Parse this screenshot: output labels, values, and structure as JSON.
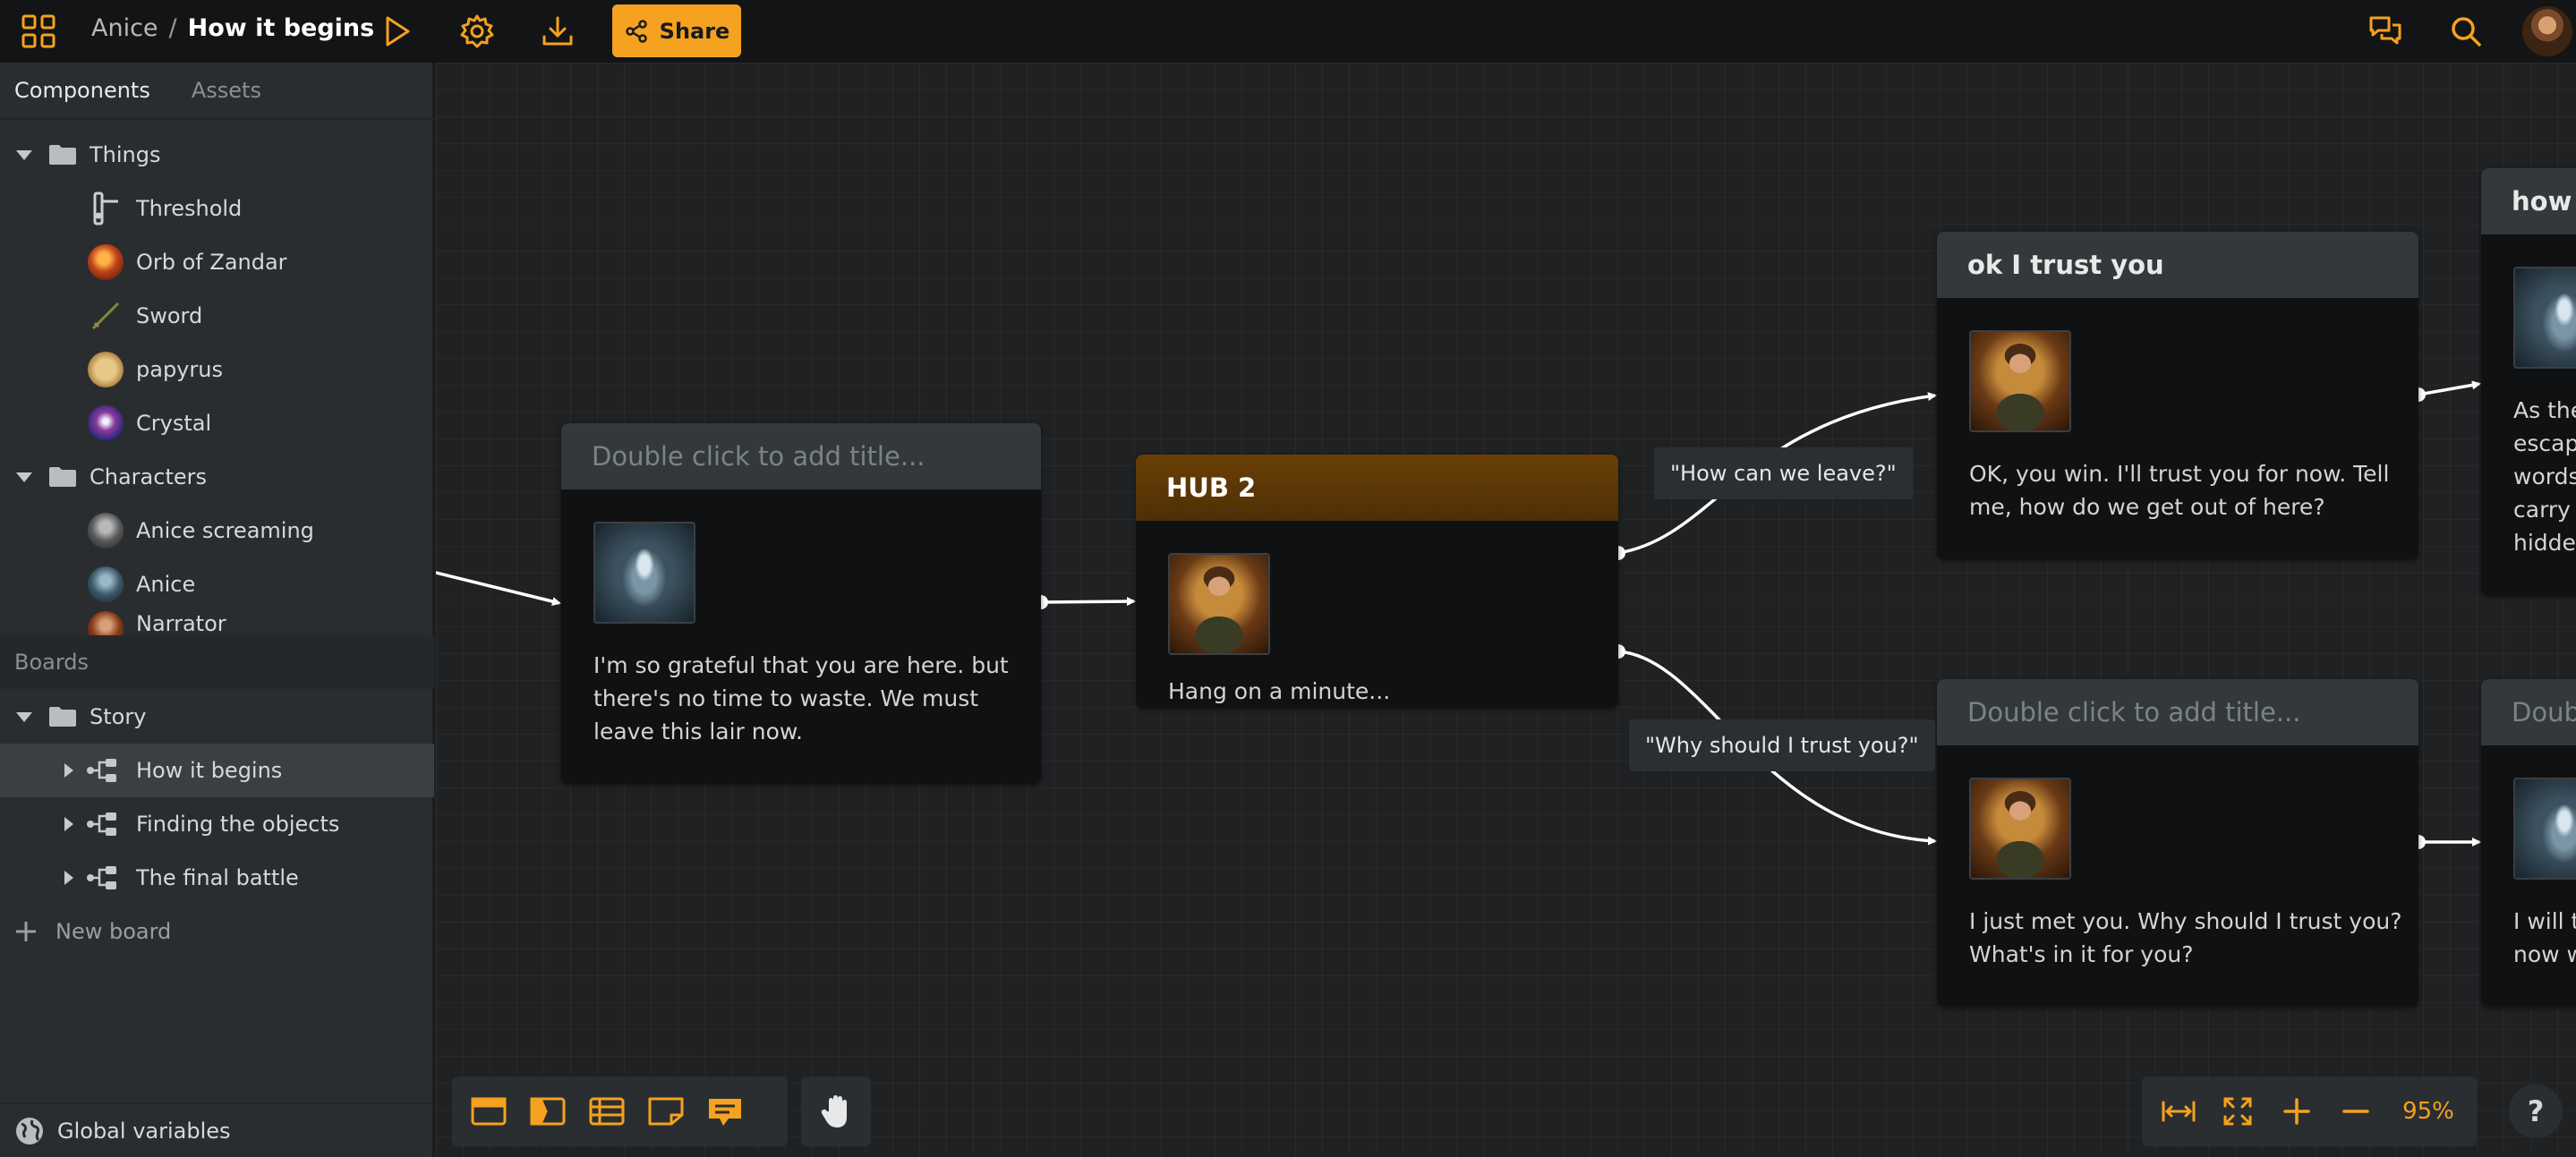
{
  "header": {
    "project": "Anice",
    "separator": "/",
    "board": "How it begins",
    "share_label": "Share"
  },
  "sidebar": {
    "tabs": [
      "Components",
      "Assets"
    ],
    "folders": {
      "things": "Things",
      "characters": "Characters"
    },
    "things": [
      {
        "label": "Threshold",
        "icon": "door-handle-icon"
      },
      {
        "label": "Orb of Zandar",
        "icon": "orb-thumb"
      },
      {
        "label": "Sword",
        "icon": "sword-thumb"
      },
      {
        "label": "papyrus",
        "icon": "papyrus-thumb"
      },
      {
        "label": "Crystal",
        "icon": "crystal-thumb"
      }
    ],
    "characters": [
      {
        "label": "Anice screaming"
      },
      {
        "label": "Anice"
      },
      {
        "label": "Narrator"
      }
    ],
    "boards_header": "Boards",
    "story_folder": "Story",
    "boards": [
      {
        "label": "How it begins"
      },
      {
        "label": "Finding the objects"
      },
      {
        "label": "The final battle"
      }
    ],
    "new_board": "New board",
    "global_variables": "Global variables"
  },
  "nodes": {
    "n1": {
      "title": "Double click to add title...",
      "text": [
        "I'm so grateful that you are here. but",
        "there's no time to waste. We must",
        "leave this lair now."
      ]
    },
    "hub": {
      "title": "HUB 2",
      "text": [
        "Hang on a minute..."
      ]
    },
    "n3": {
      "title": "ok I trust you",
      "text": [
        "OK, you win. I'll trust you for now. Tell",
        "me, how do we get out of here?"
      ]
    },
    "n4": {
      "title": "Double click to add title...",
      "text": [
        "I just met you. Why should I trust you?",
        "What's in it for you?"
      ]
    },
    "n5": {
      "title": "how t",
      "text": [
        "As the",
        "escap",
        "words",
        "carry t",
        "hidde"
      ]
    },
    "n6": {
      "title": "Doub",
      "text": [
        "I will t",
        "now w"
      ]
    }
  },
  "edges": {
    "label1": "\"How can we leave?\"",
    "label2": "\"Why should I trust you?\""
  },
  "zoom": {
    "level": "95%",
    "help": "?"
  },
  "colors": {
    "accent": "#f4a21f",
    "hub_header": "#5c3705",
    "node_header": "#33383b"
  }
}
